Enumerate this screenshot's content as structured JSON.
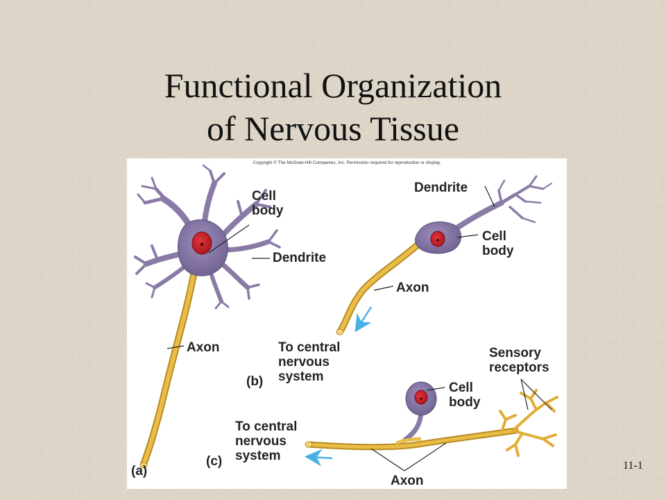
{
  "slide": {
    "title_line1": "Functional Organization",
    "title_line2": "of Nervous Tissue",
    "page_number": "11-1"
  },
  "figure": {
    "copyright": "Copyright © The McGraw-Hill Companies, Inc. Permission required for reproduction or display.",
    "panel_a": {
      "tag": "(a)",
      "cell_body_line1": "Cell",
      "cell_body_line2": "body",
      "dendrite": "Dendrite",
      "axon": "Axon"
    },
    "panel_b": {
      "tag": "(b)",
      "dendrite": "Dendrite",
      "cell_body_line1": "Cell",
      "cell_body_line2": "body",
      "axon": "Axon",
      "cns_line1": "To central",
      "cns_line2": "nervous",
      "cns_line3": "system"
    },
    "panel_c": {
      "tag": "(c)",
      "cell_body_line1": "Cell",
      "cell_body_line2": "body",
      "sensory_line1": "Sensory",
      "sensory_line2": "receptors",
      "cns_line1": "To central",
      "cns_line2": "nervous",
      "cns_line3": "system",
      "axon": "Axon"
    }
  },
  "colors": {
    "neuron_purple": "#8a7aa6",
    "nucleus_red": "#c8202a",
    "axon_gold": "#e4b23c",
    "arrow_blue": "#49b0e6",
    "background": "#ddd6c8"
  }
}
